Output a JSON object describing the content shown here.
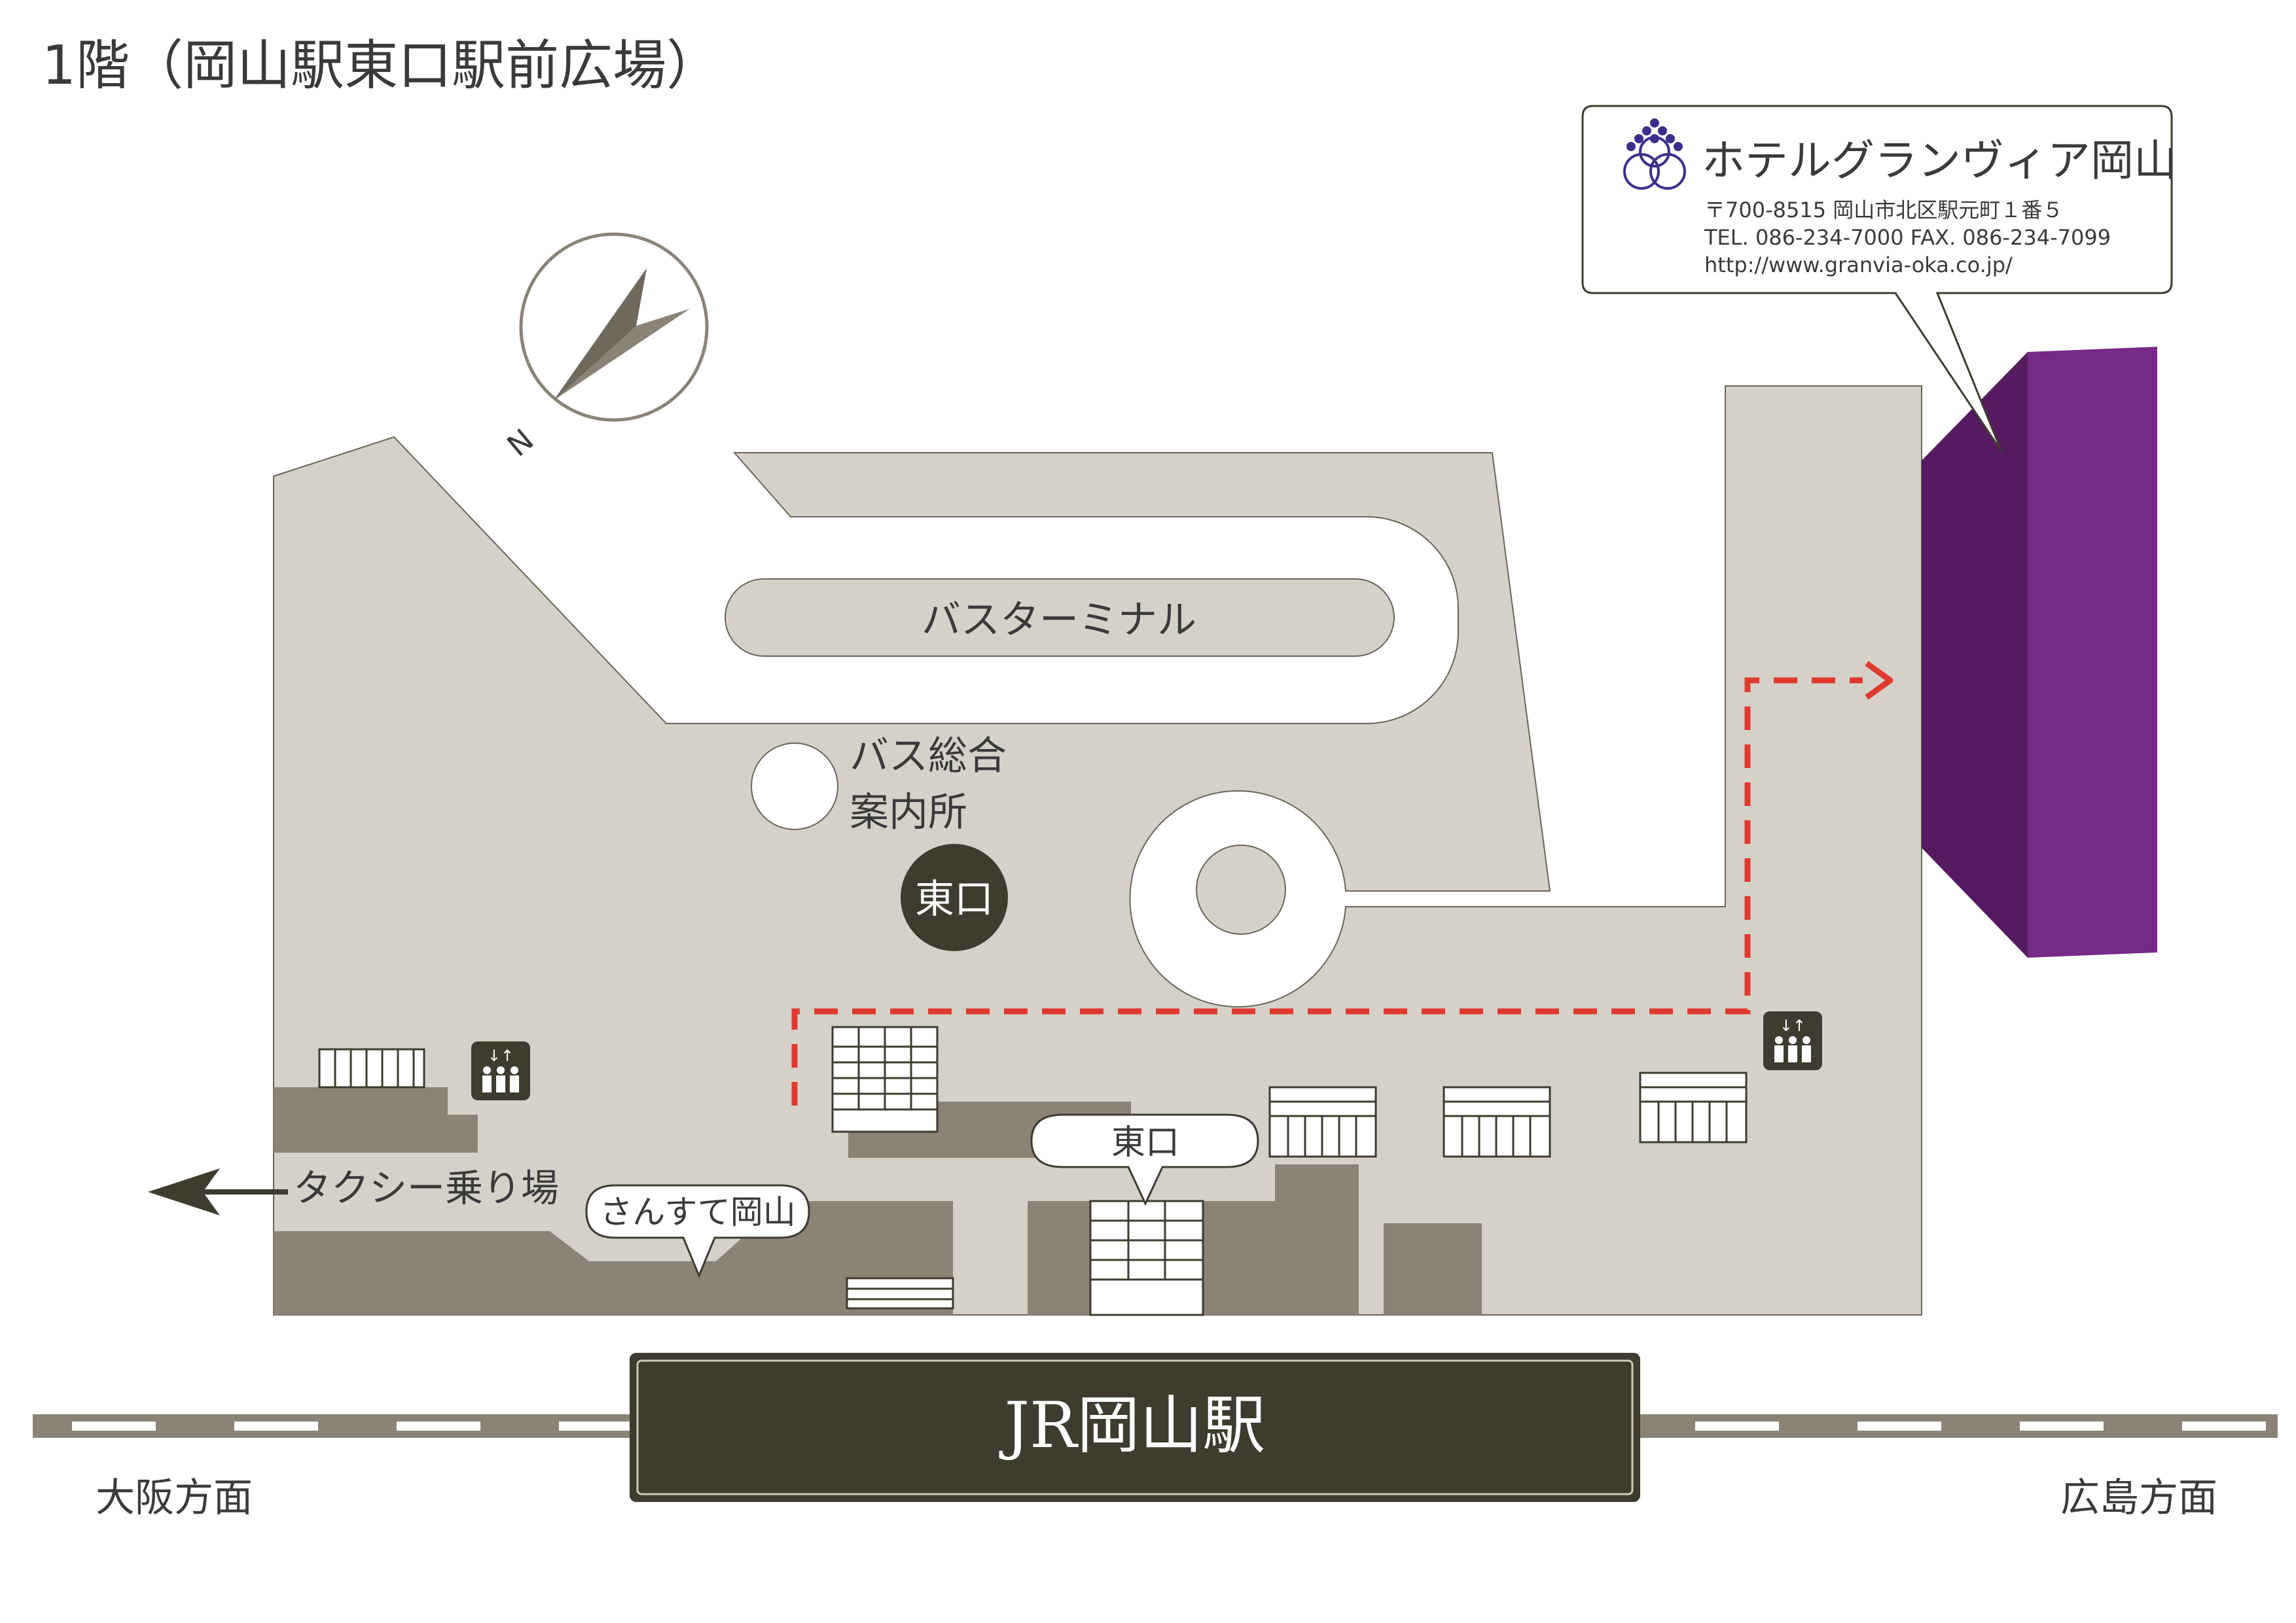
{
  "page": {
    "title": "1階（岡山駅東口駅前広場）"
  },
  "hotel": {
    "name": "ホテルグランヴィア岡山",
    "address": "〒700-8515 岡山市北区駅元町１番５",
    "tel_fax": "TEL. 086-234-7000 FAX. 086-234-7099",
    "url": "http://www.granvia-oka.co.jp/",
    "color": "#6b2a83"
  },
  "map": {
    "compass_label": "N",
    "bus_terminal": "バスターミナル",
    "bus_info_line1": "バス総合",
    "bus_info_line2": "案内所",
    "east_exit_circle": "東口",
    "east_exit_callout": "東口",
    "sansute_callout": "さんすて岡山",
    "taxi_label": "タクシー乗り場",
    "icon_elevator": "elevator-icon",
    "icon_compass": "compass-arrow-icon",
    "icon_logo": "grape-emblem-logo"
  },
  "rail": {
    "station_name": "JR岡山駅",
    "direction_left": "大阪方面",
    "direction_right": "広島方面"
  },
  "colors": {
    "plaza": "#d5d1c9",
    "building": "#8b8376",
    "route": "#e03a2f",
    "station": "#3e3b2f",
    "text": "#3a3a3a"
  }
}
